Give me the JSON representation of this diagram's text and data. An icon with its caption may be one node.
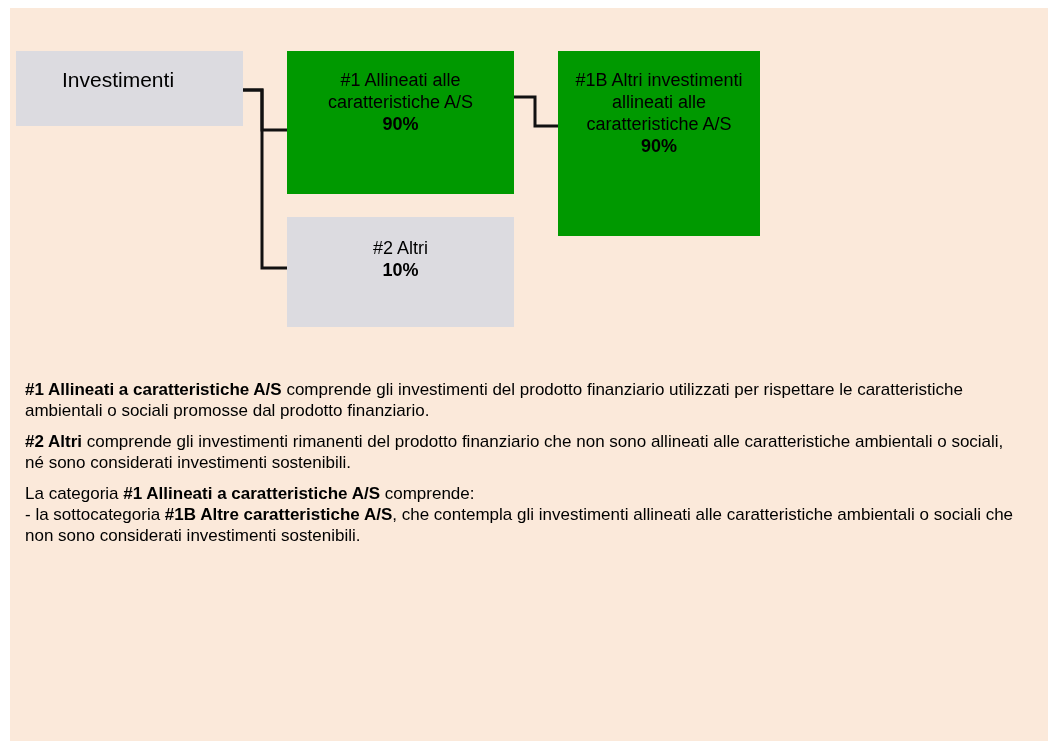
{
  "diagram": {
    "nodes": [
      {
        "text": [
          "Investimenti"
        ]
      },
      {
        "text": [
          "#1 Allineati alle caratteristiche A/S",
          "90%"
        ]
      },
      {
        "text": [
          "#1B Altri investimenti allineati alle caratteristiche A/S",
          "90%"
        ]
      },
      {
        "text": [
          "#2 Altri",
          "10%"
        ]
      }
    ],
    "edges": [
      {
        "from": 0,
        "to": 1,
        "arrow": "none"
      },
      {
        "from": 0,
        "to": 3,
        "arrow": "none"
      },
      {
        "from": 1,
        "to": 2,
        "arrow": "none"
      }
    ],
    "labels": [
      "**#1 Allineati a caratteristiche A/S** comprende gli investimenti del prodotto finanziario utilizzati per rispettare le caratteristiche ambientali o sociali promosse dal prodotto finanziario.",
      "**#2 Altri** comprende gli investimenti rimanenti del prodotto finanziario che non sono allineati alle caratteristiche ambientali o sociali, né sono considerati investimenti sostenibili.",
      "La categoria **#1 Allineati a caratteristiche A/S** comprende:",
      "- la sottocategoria **#1B Altre caratteristiche A/S**, che contempla gli investimenti allineati alle caratteristiche ambientali o sociali che non sono considerati investimenti sostenibili."
    ]
  }
}
